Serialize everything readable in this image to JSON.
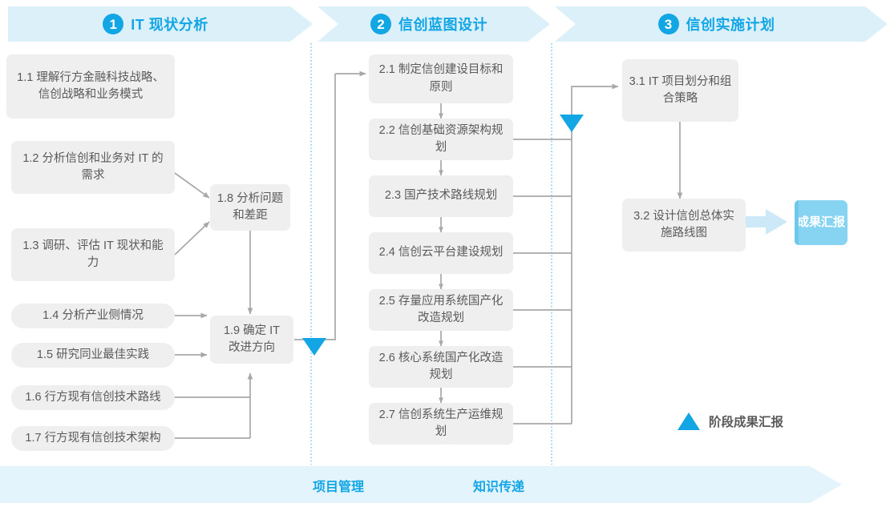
{
  "phases": [
    {
      "num": "1",
      "title": "IT 现状分析"
    },
    {
      "num": "2",
      "title": "信创蓝图设计"
    },
    {
      "num": "3",
      "title": "信创实施计划"
    }
  ],
  "phase1_inputs": [
    {
      "id": "1.1",
      "text": "1.1 理解行方金融科技战略、信创战略和业务模式"
    },
    {
      "id": "1.2",
      "text": "1.2 分析信创和业务对 IT 的需求"
    },
    {
      "id": "1.3",
      "text": "1.3 调研、评估 IT 现状和能力"
    },
    {
      "id": "1.4",
      "text": "1.4 分析产业侧情况"
    },
    {
      "id": "1.5",
      "text": "1.5 研究同业最佳实践"
    },
    {
      "id": "1.6",
      "text": "1.6 行方现有信创技术路线"
    },
    {
      "id": "1.7",
      "text": "1.7 行方现有信创技术架构"
    }
  ],
  "phase1_outputs": [
    {
      "id": "1.8",
      "text": "1.8 分析问题和差距"
    },
    {
      "id": "1.9",
      "text": "1.9 确定 IT 改进方向"
    }
  ],
  "phase2_steps": [
    {
      "id": "2.1",
      "text": "2.1 制定信创建设目标和原则"
    },
    {
      "id": "2.2",
      "text": "2.2 信创基础资源架构规划"
    },
    {
      "id": "2.3",
      "text": "2.3 国产技术路线规划"
    },
    {
      "id": "2.4",
      "text": "2.4 信创云平台建设规划"
    },
    {
      "id": "2.5",
      "text": "2.5 存量应用系统国产化改造规划"
    },
    {
      "id": "2.6",
      "text": "2.6 核心系统国产化改造规划"
    },
    {
      "id": "2.7",
      "text": "2.7 信创系统生产运维规划"
    }
  ],
  "phase3_steps": [
    {
      "id": "3.1",
      "text": "3.1 IT 项目划分和组合策略"
    },
    {
      "id": "3.2",
      "text": "3.2 设计信创总体实施路线图"
    }
  ],
  "result": {
    "text": "成果汇报"
  },
  "legend": {
    "text": "阶段成果汇报"
  },
  "bottom_bar": {
    "labels": [
      "项目管理",
      "知识传递"
    ]
  },
  "colors": {
    "accent": "#12A6E5",
    "phase_bar_bg": "#DCF0FA",
    "box_bg": "#EFEFEF",
    "box_text": "#5A5A5A",
    "result_bg": "#86D4F2",
    "bottom_bar_bg": "#E3F4FC",
    "connector": "#A8A8A8",
    "divider_dotted": "#6FC4E8"
  }
}
